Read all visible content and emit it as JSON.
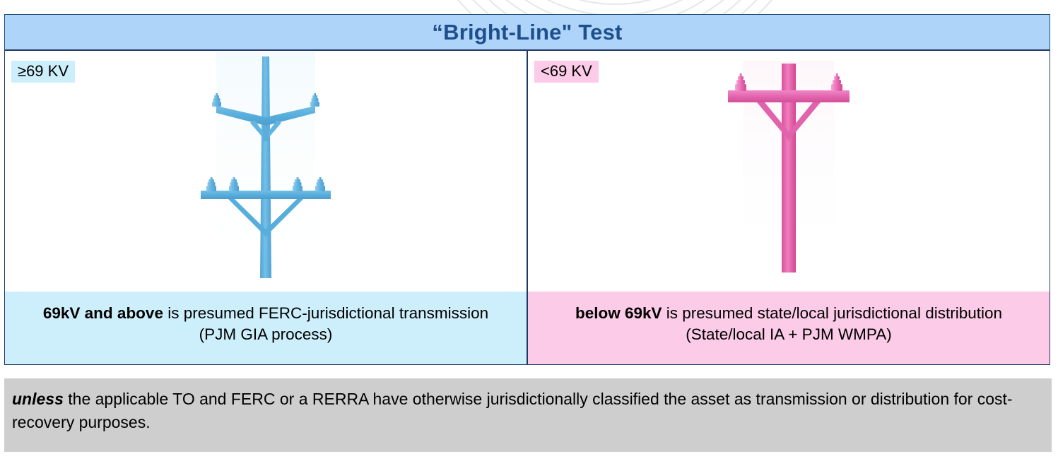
{
  "header": {
    "title": "“Bright-Line\" Test"
  },
  "colors": {
    "header_band": "#AED4F9",
    "title_text": "#1F4E8C",
    "border": "#1F3864",
    "transmission_fill": "#5BB0DE",
    "distribution_fill": "#E060A8",
    "transmission_panel": "#CDEEFB",
    "distribution_panel": "#FBCBE7",
    "footer_band": "#CECECE"
  },
  "columns": [
    {
      "id": "transmission",
      "badge": "≥69 KV",
      "badge_style": "blue",
      "tower_icon": "transmission-tower-icon",
      "caption_bold": "69kV and above",
      "caption_rest": " is presumed FERC-jurisdictional transmission (PJM GIA process)"
    },
    {
      "id": "distribution",
      "badge": "<69 KV",
      "badge_style": "pink",
      "tower_icon": "distribution-pole-icon",
      "caption_bold": "below 69kV",
      "caption_rest": " is presumed state/local jurisdictional distribution (State/local IA + PJM WMPA)"
    }
  ],
  "footer": {
    "emphasis": "unless",
    "text": " the applicable TO and FERC or a RERRA have otherwise jurisdictionally classified the asset as transmission or distribution for cost-recovery purposes."
  }
}
